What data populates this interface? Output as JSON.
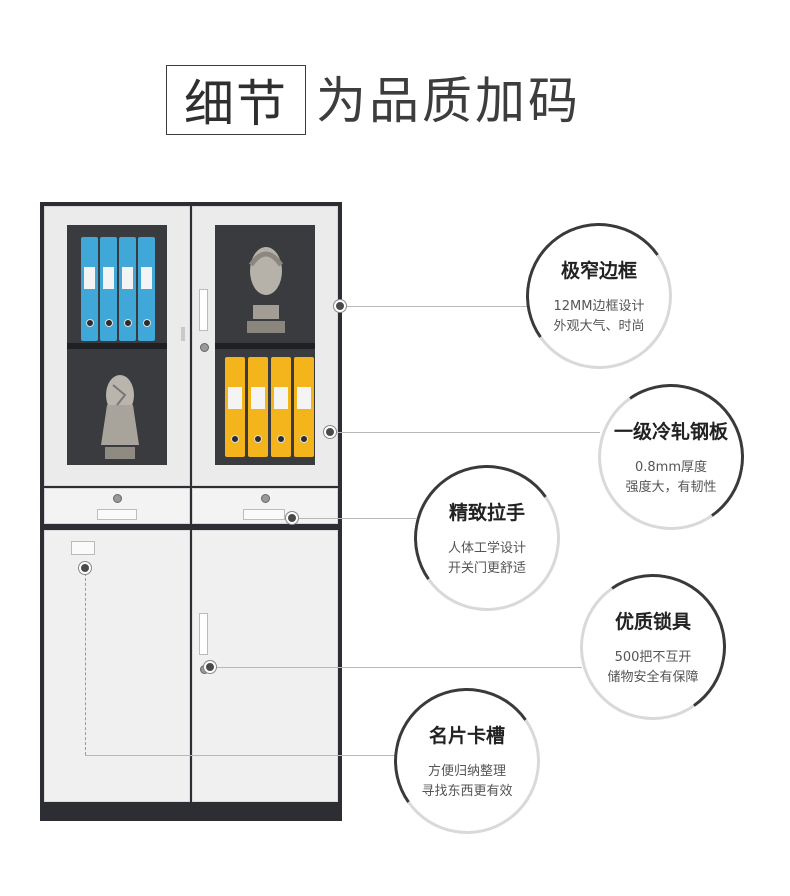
{
  "header": {
    "boxed": "细节",
    "rest": "为品质加码"
  },
  "callouts": [
    {
      "title": "极窄边框",
      "line1": "12MM边框设计",
      "line2": "外观大气、时尚"
    },
    {
      "title": "一级冷轧钢板",
      "line1": "0.8mm厚度",
      "line2": "强度大，有韧性"
    },
    {
      "title": "精致拉手",
      "line1": "人体工学设计",
      "line2": "开关门更舒适"
    },
    {
      "title": "优质锁具",
      "line1": "500把不互开",
      "line2": "储物安全有保障"
    },
    {
      "title": "名片卡槽",
      "line1": "方便归纳整理",
      "line2": "寻找东西更有效"
    }
  ],
  "colors": {
    "cabinet_frame": "#2c2e33",
    "door_white": "#f0f0f0",
    "binder_blue": "#3fa8d9",
    "binder_yellow": "#f3b41c"
  }
}
